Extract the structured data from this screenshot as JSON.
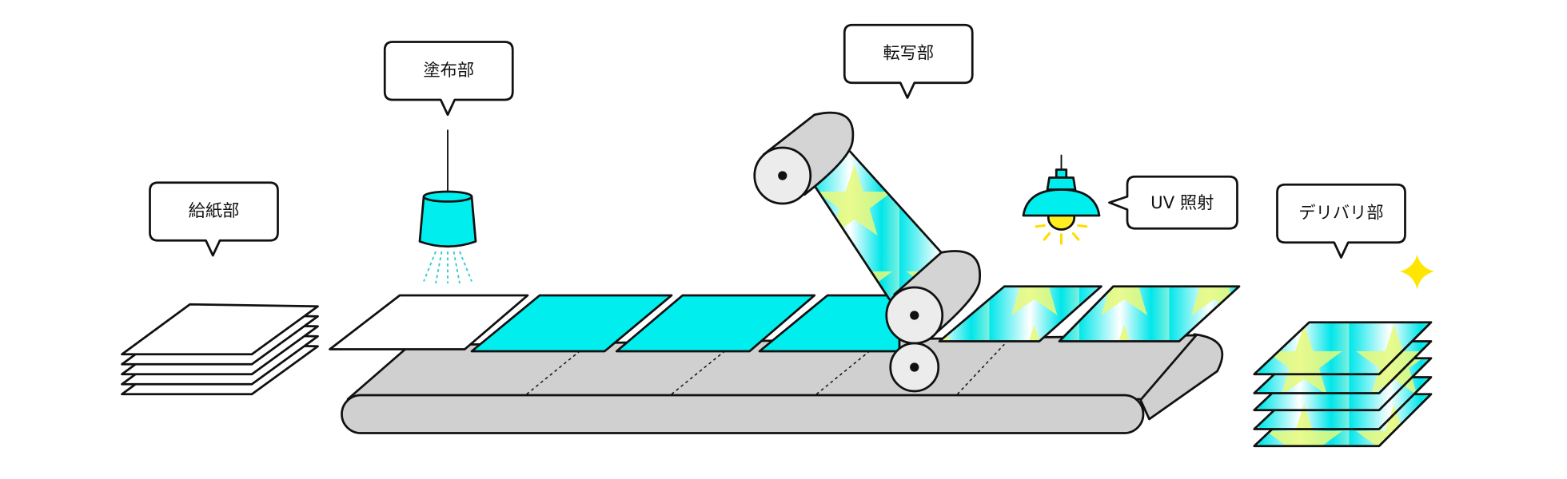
{
  "labels": {
    "feeder": "給紙部",
    "coater": "塗布部",
    "transfer": "転写部",
    "uv": "UV 照射",
    "delivery": "デリバリ部"
  },
  "colors": {
    "coating": "#00eeee",
    "star": "#e6f97a",
    "roller": "#d4d4d4",
    "roller_face": "#ececec",
    "belt": "#d0d0d0",
    "lamp_light": "#ffee22",
    "outline": "#111111"
  }
}
